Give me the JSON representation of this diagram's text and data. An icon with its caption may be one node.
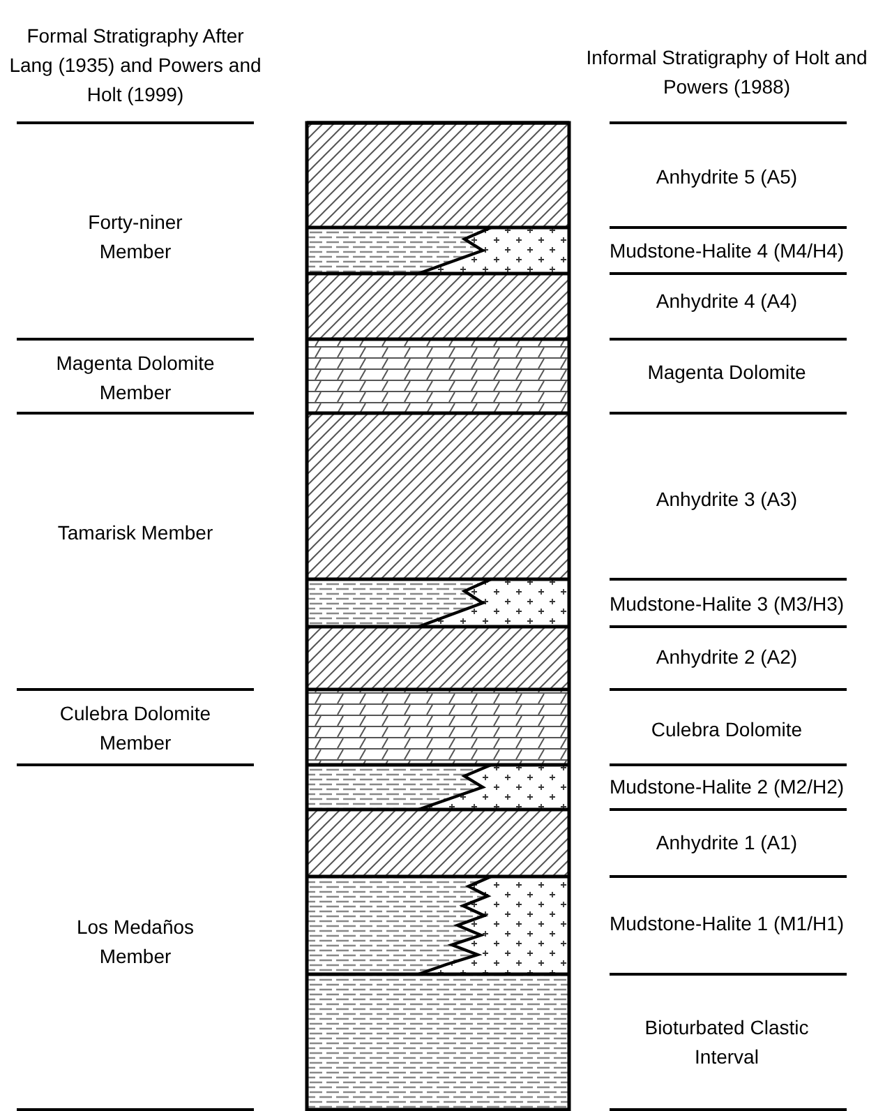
{
  "diagram": {
    "labels": [
      "Formal Stratigraphy After Lang (1935) and Powers and Holt (1999)",
      "Informal Stratigraphy of Holt and Powers (1988)",
      "Anhydrite 5 (A5)",
      "Forty-niner Member",
      "Mudstone-Halite 4 (M4/H4)",
      "Anhydrite 4 (A4)",
      "Magenta Dolomite Member",
      "Magenta Dolomite",
      "Anhydrite 3 (A3)",
      "Tamarisk Member",
      "Mudstone-Halite 3 (M3/H3)",
      "Anhydrite 2 (A2)",
      "Culebra Dolomite Member",
      "Culebra Dolomite",
      "Mudstone-Halite 2 (M2/H2)",
      "Anhydrite 1 (A1)",
      "Mudstone-Halite 1 (M1/H1)",
      "Los Medaños Member",
      "Bioturbated Clastic Interval"
    ]
  }
}
